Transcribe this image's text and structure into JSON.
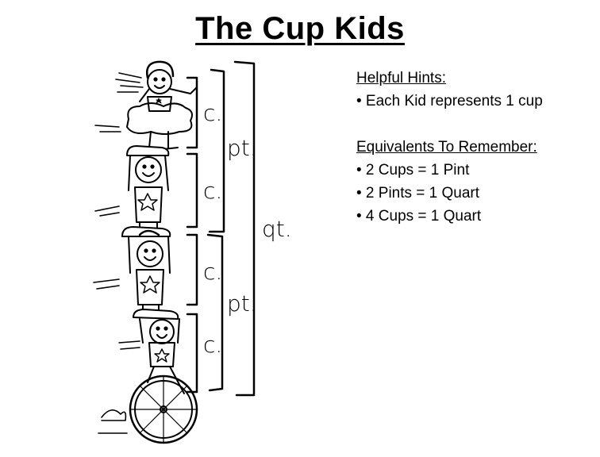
{
  "title": "The Cup Kids",
  "hints": {
    "heading": "Helpful Hints:",
    "items": [
      "• Each Kid represents 1 cup"
    ]
  },
  "equivalents": {
    "heading": "Equivalents To Remember:",
    "items": [
      "• 2 Cups = 1 Pint",
      "• 2 Pints = 1 Quart",
      "• 4 Cups = 1 Quart"
    ]
  },
  "diagram": {
    "cup_label": "c.",
    "pint_label": "pt.",
    "quart_label": "qt."
  }
}
